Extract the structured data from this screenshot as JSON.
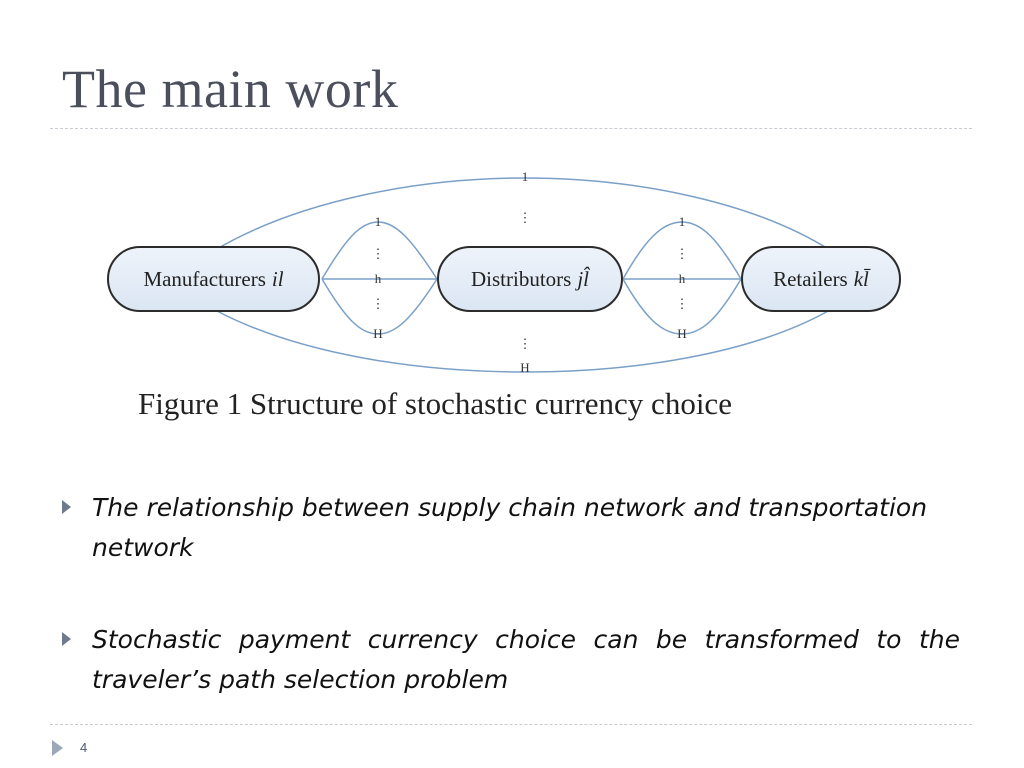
{
  "slide": {
    "title": "The main work",
    "page_number": "4"
  },
  "figure": {
    "nodes": [
      {
        "label": "Manufacturers",
        "subscript": "il"
      },
      {
        "label": "Distributors",
        "subscript": "jl̂"
      },
      {
        "label": "Retailers",
        "subscript": "kl̄"
      }
    ],
    "path_labels": {
      "outer_top": "1",
      "outer_mid_top": "⋮",
      "outer_mid_bottom": "⋮",
      "outer_bottom": "H",
      "left_top": "1",
      "left_dots_top": "⋮",
      "left_mid": "h",
      "left_dots_bottom": "⋮",
      "left_bottom": "H",
      "right_top": "1",
      "right_dots_top": "⋮",
      "right_mid": "h",
      "right_dots_bottom": "⋮",
      "right_bottom": "H"
    },
    "caption": "Figure 1 Structure of stochastic currency choice",
    "colors": {
      "edge": "#7aa0c8",
      "node_border": "#2b2b2b",
      "node_fill": "#dbe6f3"
    }
  },
  "bullets": [
    "The relationship between supply chain network and transportation network",
    "Stochastic payment currency choice can be transformed to the traveler’s path selection problem"
  ]
}
